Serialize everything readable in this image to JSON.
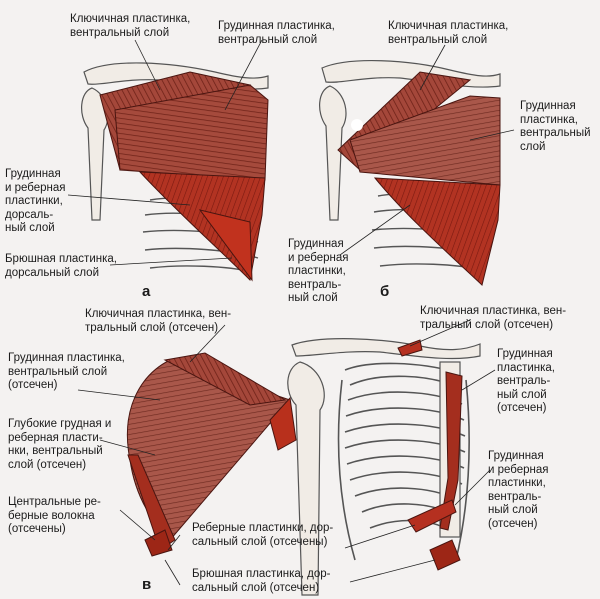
{
  "panels": [
    {
      "id": "a",
      "letter": "а",
      "labels": [
        "Ключичная пластинка,\nвентральный слой",
        "Грудинная пластинка,\nвентральный слой",
        "Грудинная\nи реберная\nпластинки,\nдорсаль-\nный слой",
        "Брюшная пластинка,\nдорсальный слой"
      ]
    },
    {
      "id": "b",
      "letter": "б",
      "labels": [
        "Ключичная пластинка,\nвентральный слой",
        "Грудинная\nпластинка,\nвентральный\nслой",
        "Грудинная\nи реберная\nпластинки,\nвентраль-\nный слой"
      ]
    },
    {
      "id": "v",
      "letter": "в",
      "labels": [
        "Ключичная пластинка, вен-\nтральный слой (отсечен)",
        "Грудинная пластинка,\nвентральный слой\n(отсечен)",
        "Глубокие грудная и\nреберная пласти-\nнки, вентральный\nслой (отсечен)",
        "Центральные ре-\nберные волокна\n(отсечены)",
        "Реберные пластинки, дор-\nсальный слой (отсечены)",
        "Брюшная пластинка, дор-\nсальный слой (отсечен)",
        "Ключичная пластинка, вен-\nтральный слой (отсечен)",
        "Грудинная\nпластинка,\nвентраль-\nный слой\n(отсечен)",
        "Грудинная\nи реберная\nпластинки,\nвентраль-\nный слой\n(отсечен)"
      ]
    }
  ],
  "colors": {
    "muscle": "#9c3a2e",
    "muscle_dark": "#7a2318",
    "muscle_red": "#c23a26",
    "bone": "#f1ece6",
    "bone_line": "#555555",
    "background": "#f4f2f1"
  }
}
